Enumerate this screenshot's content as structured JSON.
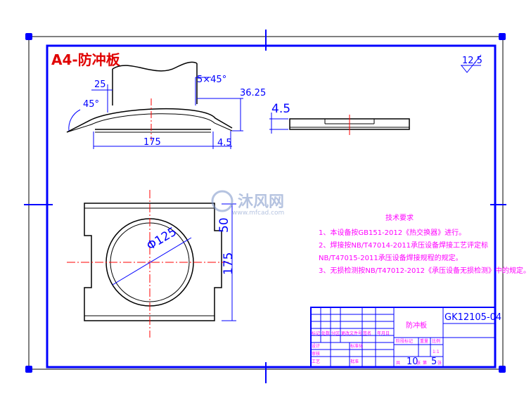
{
  "drawing_title": "A4-防冲板",
  "roughness": "12.5",
  "watermark": {
    "brand_cn": "沐风网",
    "url": "www.mfcad.com"
  },
  "dimensions": {
    "d25": "25",
    "chamfer": "5×45°",
    "angle": "45°",
    "d36_25": "36.25",
    "d175_h": "175",
    "d4_5_bottom": "4.5",
    "d4_5_side": "4.5",
    "diameter": "Φ125",
    "d50": "50",
    "d175_v": "175"
  },
  "tech_requirements": {
    "title": "技术要求",
    "lines": [
      "1、本设备按GB151-2012《热交换器》进行。",
      "2、焊接按NB/T47014-2011承压设备焊接工艺评定标",
      "NB/T47015-2011承压设备焊接规程的规定。",
      "3、无损检测按NB/T47012-2012《承压设备无损检测》中的规定。"
    ]
  },
  "title_block": {
    "part_name": "防冲板",
    "drawing_no": "GK12105-04",
    "scale": "1:1",
    "sheet_total": "10",
    "sheet_no": "5",
    "sheet_total_prefix": "共",
    "sheet_total_suffix": "张",
    "sheet_no_prefix": "第",
    "sheet_no_suffix": "张",
    "header_labels": [
      "标记",
      "处数",
      "分区",
      "更改文件号",
      "签名",
      "年月日"
    ],
    "row_labels": [
      "设计",
      "审核",
      "工艺"
    ],
    "mid_labels": [
      "标准化",
      "批准"
    ],
    "stage_labels": [
      "阶段标记",
      "重量",
      "比例"
    ]
  }
}
